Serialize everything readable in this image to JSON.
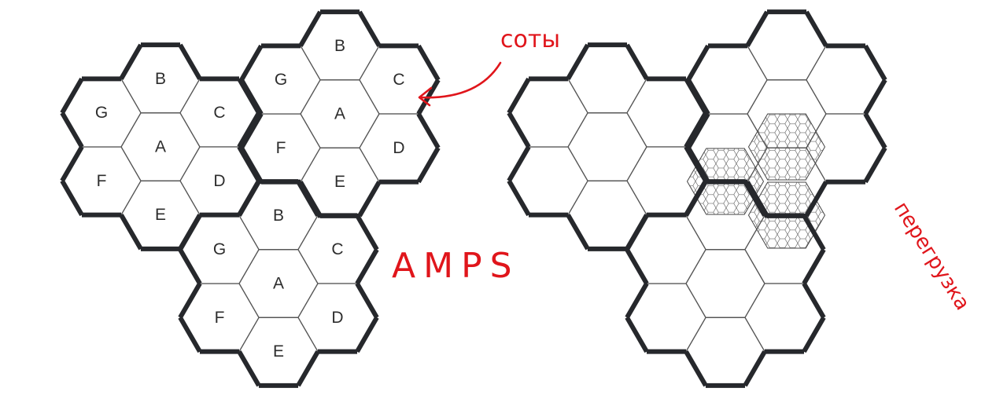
{
  "left_diagram": {
    "clusters": [
      {
        "cells": {
          "A": "A",
          "B": "B",
          "C": "C",
          "D": "D",
          "E": "E",
          "F": "F",
          "G": "G"
        }
      },
      {
        "cells": {
          "A": "A",
          "B": "B",
          "C": "C",
          "D": "D",
          "E": "E",
          "F": "F",
          "G": "G"
        }
      },
      {
        "cells": {
          "A": "A",
          "B": "B",
          "C": "C",
          "D": "D",
          "E": "E",
          "F": "F",
          "G": "G"
        }
      }
    ]
  },
  "annotations": {
    "cells_note": "соты",
    "system_name": "AMPS",
    "overload_note": "перегрузка"
  },
  "colors": {
    "outline": "#26282c",
    "annotation": "#e0151b"
  }
}
